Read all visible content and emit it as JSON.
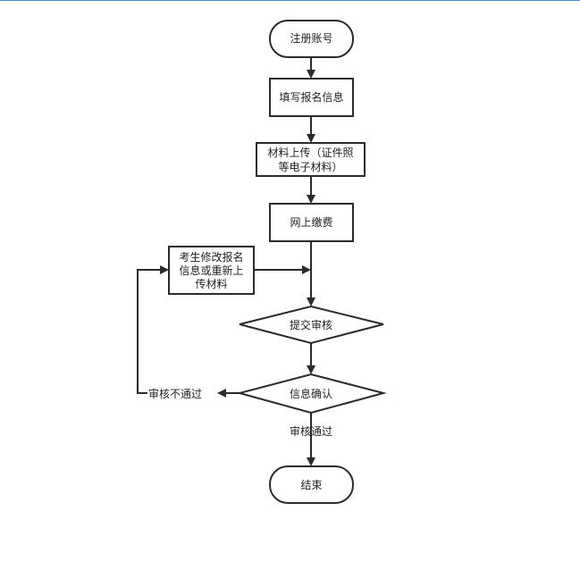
{
  "nodes": {
    "register": "注册账号",
    "fill_info": "填写报名信息",
    "upload_line1": "材料上传（证件照",
    "upload_line2": "等电子材料）",
    "payment": "网上缴费",
    "modify_line1": "考生修改报名",
    "modify_line2": "信息或重新上",
    "modify_line3": "传材料",
    "submit_review": "提交审核",
    "info_confirm": "信息确认",
    "end": "结束"
  },
  "edges": {
    "review_failed": "审核不通过",
    "review_passed": "审核通过"
  }
}
